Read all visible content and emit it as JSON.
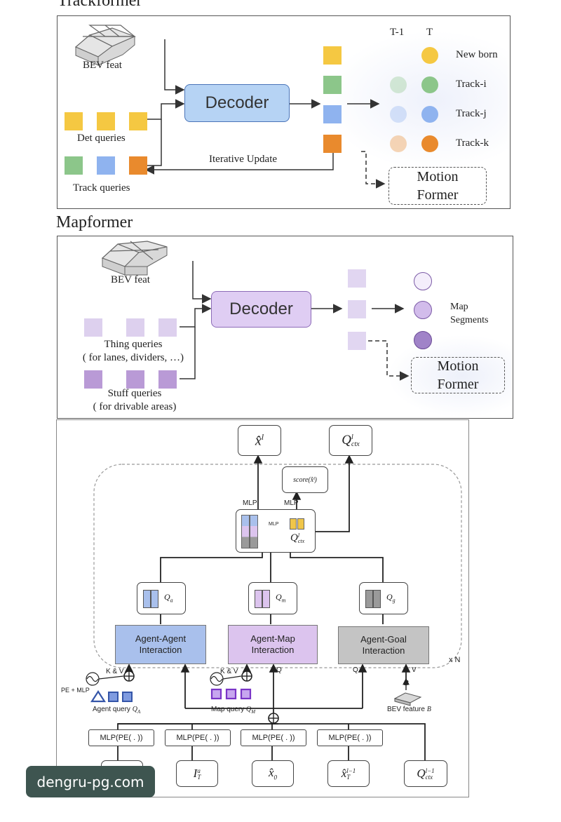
{
  "trackformer": {
    "title": "Trackformer",
    "bev_feat": "BEV feat",
    "decoder": "Decoder",
    "det_queries": "Det queries",
    "track_queries": "Track queries",
    "iterative_update": "Iterative Update",
    "header_t_minus_1": "T-1",
    "header_t": "T",
    "rows": [
      {
        "label": "New born",
        "color": "#f5c842"
      },
      {
        "label": "Track-i",
        "color": "#8cc68a"
      },
      {
        "label": "Track-j",
        "color": "#8fb3ef"
      },
      {
        "label": "Track-k",
        "color": "#e98a2d"
      }
    ],
    "motion_former": [
      "Motion",
      "Former"
    ]
  },
  "mapformer": {
    "title": "Mapformer",
    "bev_feat": "BEV feat",
    "decoder": "Decoder",
    "thing_queries": "Thing queries",
    "thing_note": "( for lanes, dividers, …)",
    "stuff_queries": "Stuff queries",
    "stuff_note": "( for drivable areas)",
    "map_segments": [
      "Map",
      "Segments"
    ],
    "motion_former": [
      "Motion",
      "Former"
    ]
  },
  "motionformer": {
    "out_x": "x̂",
    "out_x_sup": "l",
    "out_q": "Q",
    "out_q_sup": "l",
    "out_q_sub": "ctx",
    "score": "score(x̂ˡ)",
    "mlp": "MLP",
    "q_ctx": "Q",
    "q_a": "Q",
    "q_a_sub": "a",
    "q_m": "Q",
    "q_m_sub": "m",
    "q_g": "Q",
    "q_g_sub": "g",
    "agent_agent": [
      "Agent-Agent",
      "Interaction"
    ],
    "agent_map": [
      "Agent-Map",
      "Interaction"
    ],
    "agent_goal": [
      "Agent-Goal",
      "Interaction"
    ],
    "xn": "x N",
    "kv": "K & V",
    "q": "Q",
    "v": "V",
    "b": "B",
    "pe_mlp": "PE + MLP",
    "agent_query": "Agent query",
    "agent_query_sym": "Q",
    "agent_query_sub": "A",
    "map_query": "Map query",
    "map_query_sym": "Q",
    "map_query_sub": "M",
    "bev_feature": "BEV feature",
    "bev_feature_sym": "B",
    "mlp_pe": "MLP(PE( . ))",
    "inputs": [
      "I",
      "I",
      "x̂",
      "x̂",
      "Q"
    ],
    "colors": {
      "agent": "#a9c0ec",
      "map": "#dcc4ee",
      "goal": "#c4c4c4",
      "yellow": "#f0c64a"
    }
  },
  "watermark": "dengru-pg.com"
}
